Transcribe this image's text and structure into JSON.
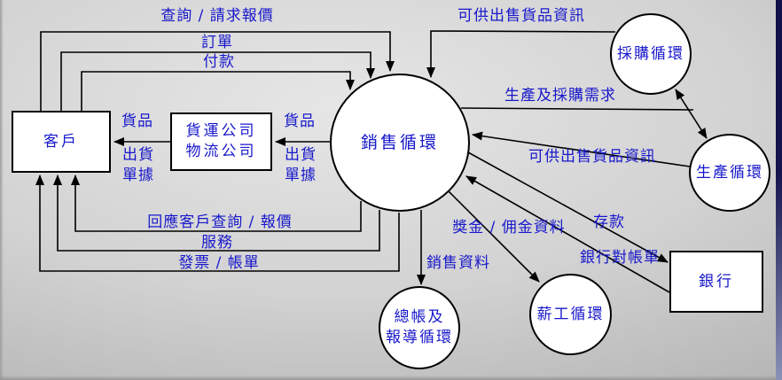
{
  "diagram_type": "data-flow-diagram",
  "entities": {
    "customer": {
      "label": "客戶"
    },
    "shipping": {
      "line1": "貨運公司",
      "line2": "物流公司"
    },
    "sales_cycle": {
      "label": "銷售循環"
    },
    "purchasing_cycle": {
      "label": "採購循環"
    },
    "production_cycle": {
      "label": "生產循環"
    },
    "payroll_cycle": {
      "label": "薪工循環"
    },
    "ledger_cycle": {
      "line1": "總帳及",
      "line2": "報導循環"
    },
    "bank": {
      "label": "銀行"
    }
  },
  "flows": {
    "inquiry": "查詢 / 請求報價",
    "order": "訂單",
    "payment": "付款",
    "goods_info_top": "可供出售貨品資訊",
    "production_purchasing_needs": "生產及採購需求",
    "goods_info_right": "可供出售貨品資訊",
    "goods_left": "貨品",
    "shipdoc_left_line1": "出貨",
    "shipdoc_left_line2": "單據",
    "goods_right": "貨品",
    "shipdoc_right_line1": "出貨",
    "shipdoc_right_line2": "單據",
    "response": "回應客戶查詢 / 報價",
    "service": "服務",
    "invoice": "發票 / 帳單",
    "sales_data": "銷售資料",
    "bonus_commission": "獎金 / 佣金資料",
    "deposit": "存款",
    "bank_statement": "銀行對帳單"
  },
  "colors": {
    "label_text": "#1818cc",
    "line": "#000000",
    "shape_fill": "#ffffff",
    "shape_border": "#000000",
    "background_light": "#e6e6e6",
    "background_dark": "#a6a6a6",
    "right_stripe_top": "#10104a",
    "right_stripe_bottom": "#8a92b8"
  }
}
